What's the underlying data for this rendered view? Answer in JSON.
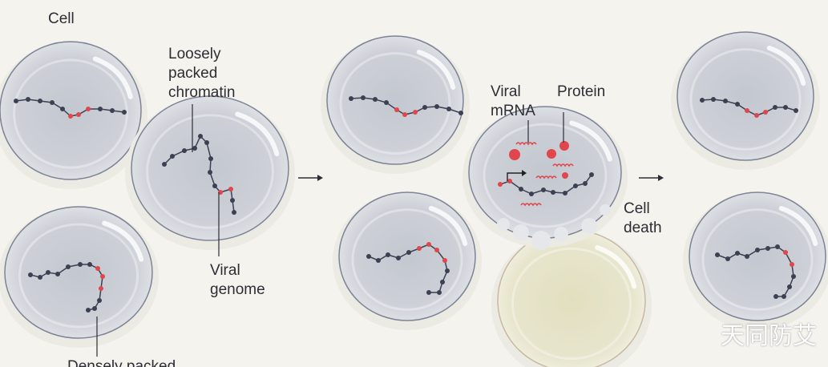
{
  "labels": {
    "cell": "Cell",
    "loosely_packed": [
      "Loosely",
      "packed",
      "chromatin"
    ],
    "viral_genome": [
      "Viral",
      "genome"
    ],
    "densely_packed": "Densely packed",
    "viral_mrna": [
      "Viral",
      "mRNA"
    ],
    "protein": "Protein",
    "cell_death": [
      "Cell",
      "death"
    ]
  },
  "watermark": "天同防艾",
  "colors": {
    "background": "#f4f3ee",
    "cell_fill": "#c9ccd3",
    "cell_edge": "#7d8496",
    "chromatin": "#3b4152",
    "viral": "#e0474c",
    "dead_cell": "#e6e3c6"
  }
}
